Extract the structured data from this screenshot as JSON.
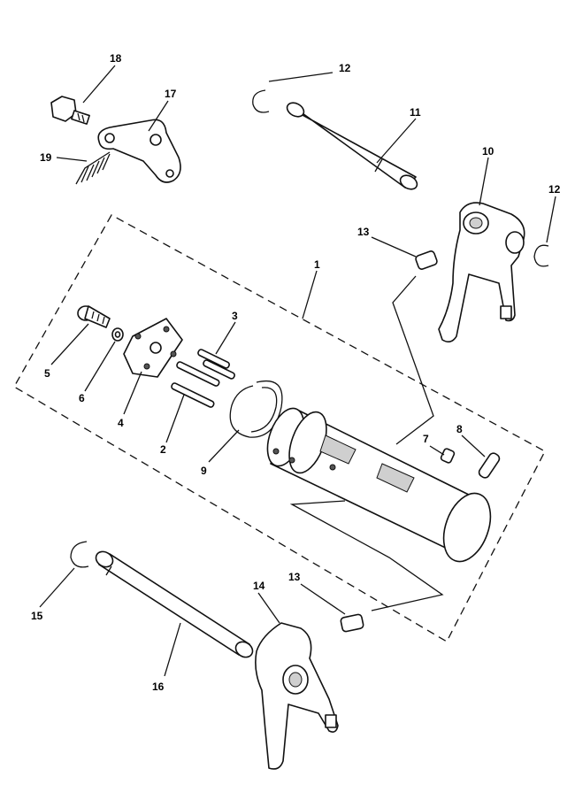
{
  "labels": {
    "p1": "1",
    "p2": "2",
    "p3": "3",
    "p4": "4",
    "p5": "5",
    "p6": "6",
    "p7": "7",
    "p8": "8",
    "p9": "9",
    "p10": "10",
    "p11": "11",
    "p12a": "12",
    "p12b": "12",
    "p13a": "13",
    "p13b": "13",
    "p14": "14",
    "p15": "15",
    "p16": "16",
    "p17": "17",
    "p18": "18",
    "p19": "19"
  }
}
